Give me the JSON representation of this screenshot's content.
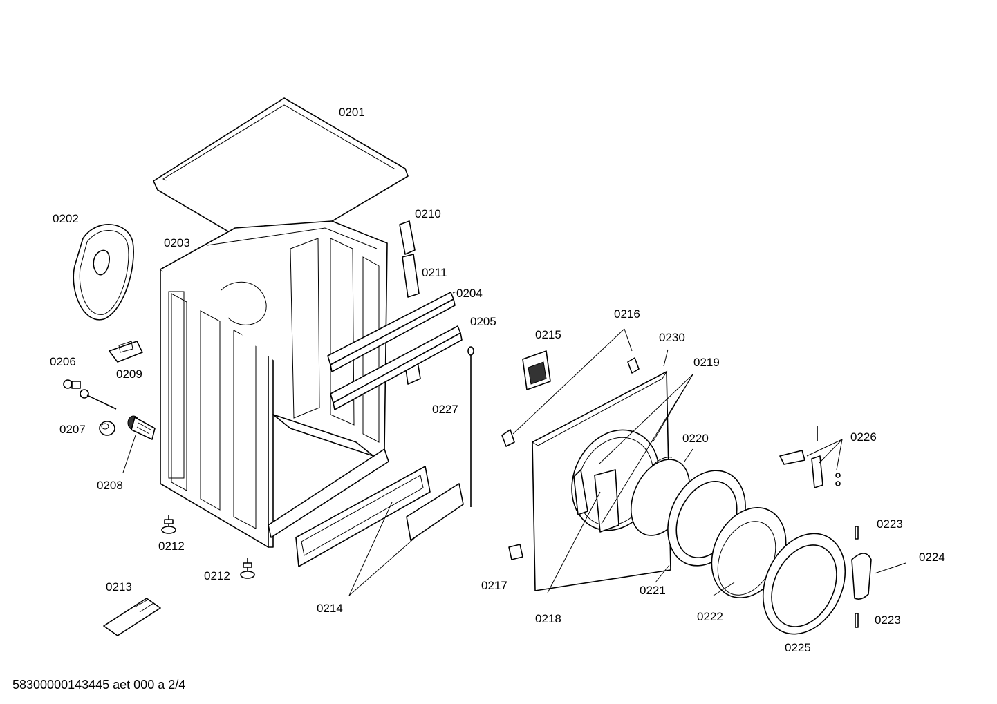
{
  "diagram": {
    "labels": [
      "0201",
      "0202",
      "0203",
      "0210",
      "0211",
      "0204",
      "0205",
      "0206",
      "0209",
      "0207",
      "0208",
      "0212",
      "0212",
      "0213",
      "0214",
      "0227",
      "0215",
      "0216",
      "0230",
      "0219",
      "0220",
      "0226",
      "0217",
      "0218",
      "0221",
      "0222",
      "0223",
      "0224",
      "0223",
      "0225"
    ]
  },
  "footer": {
    "text": "58300000143445 aet 000 a 2/4"
  }
}
